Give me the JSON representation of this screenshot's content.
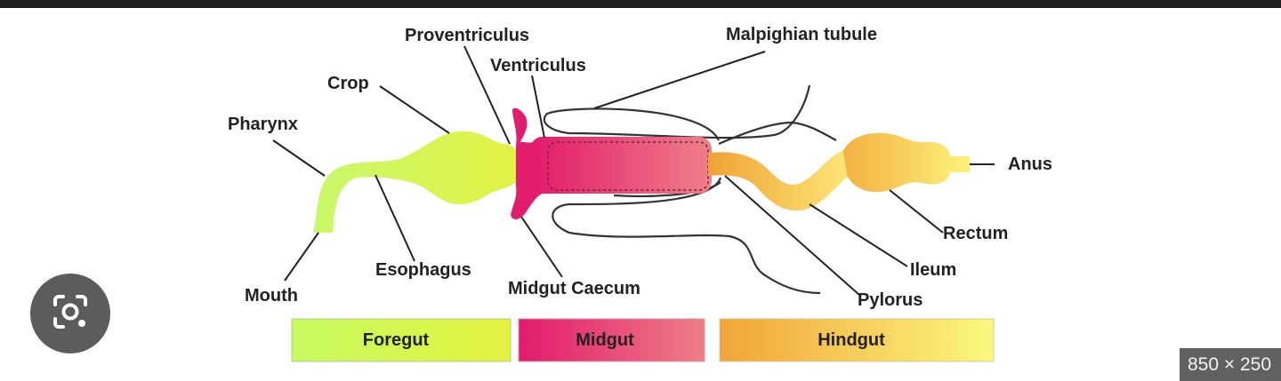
{
  "labels": {
    "proventriculus": "Proventriculus",
    "malpighian_tubule": "Malpighian tubule",
    "ventriculus": "Ventriculus",
    "crop": "Crop",
    "pharynx": "Pharynx",
    "anus": "Anus",
    "rectum": "Rectum",
    "ileum": "Ileum",
    "esophagus": "Esophagus",
    "midgut_caecum": "Midgut Caecum",
    "pylorus": "Pylorus",
    "mouth": "Mouth"
  },
  "legend": [
    {
      "label": "Foregut",
      "color_start": "#c8ff5a",
      "color_end": "#e6f23c"
    },
    {
      "label": "Midgut",
      "color_start": "#e4196b",
      "color_end": "#ec7a84"
    },
    {
      "label": "Hindgut",
      "color_start": "#f2a43c",
      "color_end": "#f8f880"
    }
  ],
  "colors": {
    "foregut": "#d4f25a",
    "midgut_dark": "#e41e6e",
    "midgut_light": "#ed7b84",
    "hindgut_dark": "#f0a030",
    "hindgut_light": "#f9e27a",
    "line": "#222222"
  },
  "overlay": {
    "lens_icon": "lens-camera-icon",
    "dimensions": "850 × 250"
  }
}
